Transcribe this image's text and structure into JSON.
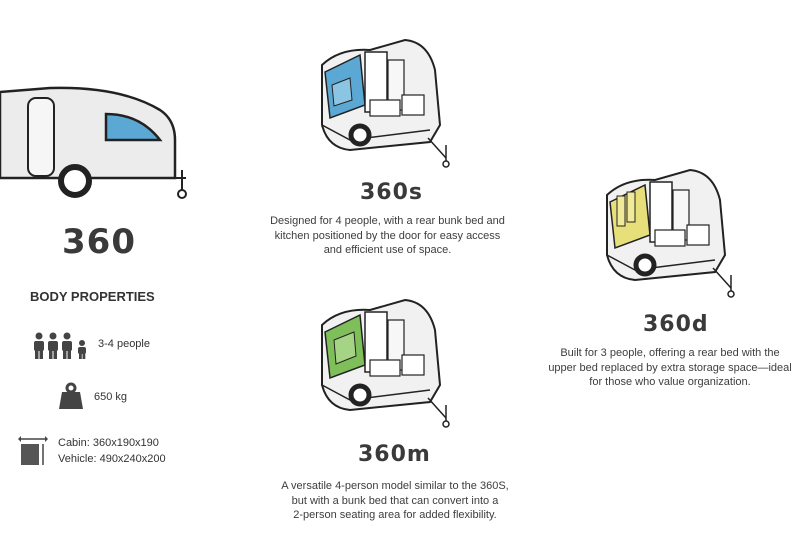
{
  "main_model": {
    "name": "360",
    "section_title": "BODY PROPERTIES",
    "properties": [
      {
        "icon": "people-icon",
        "text": "3-4 people"
      },
      {
        "icon": "weight-icon",
        "text": "650 kg"
      },
      {
        "icon": "dimensions-icon",
        "lines": [
          "Cabin: 360x190x190",
          "Vehicle: 490x240x200"
        ]
      }
    ]
  },
  "variants": [
    {
      "name": "360s",
      "accent": "#5ba8d4",
      "description": [
        "Designed for 4 people, with a rear bunk bed and",
        "kitchen positioned by the door for easy access",
        "and efficient use of space."
      ]
    },
    {
      "name": "360m",
      "accent": "#7fbf5a",
      "description": [
        "A versatile 4-person model similar to the 360S,",
        "but with a bunk bed that can convert into a",
        "2-person seating area for added flexibility."
      ]
    },
    {
      "name": "360d",
      "accent": "#e7e07a",
      "description": [
        "Built for 3 people, offering a rear bed with the",
        "upper bed replaced by extra storage space—ideal",
        "for those who value organization."
      ]
    }
  ]
}
